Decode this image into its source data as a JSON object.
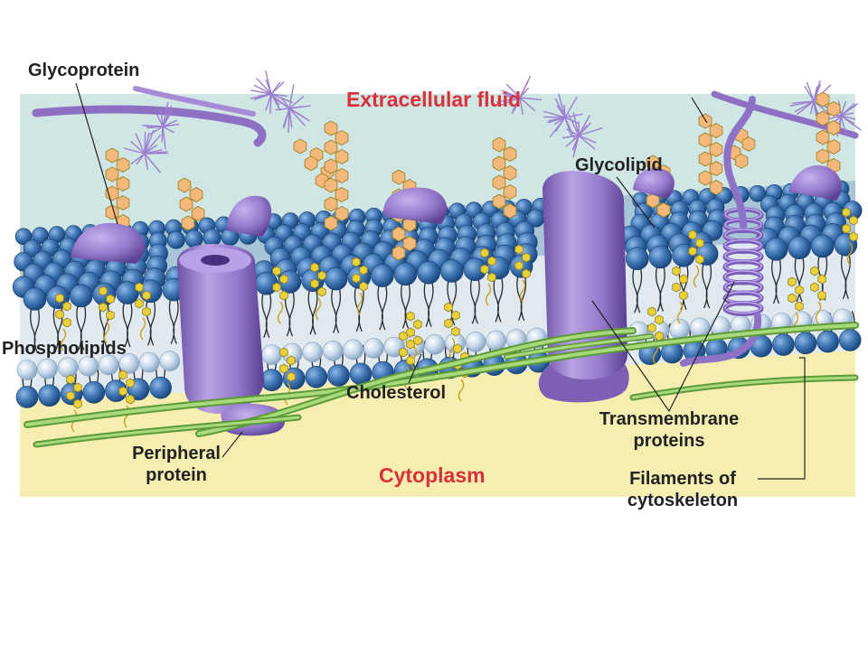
{
  "regions": {
    "extracellular": "Extracellular fluid",
    "cytoplasm": "Cytoplasm"
  },
  "labels": {
    "glycoprotein": "Glycoprotein",
    "glycolipid": "Glycolipid",
    "phospholipids": "Phospholipids",
    "cholesterol": "Cholesterol",
    "peripheral_line1": "Peripheral",
    "peripheral_line2": "protein",
    "transmembrane_line1": "Transmembrane",
    "transmembrane_line2": "proteins",
    "filaments_line1": "Filaments of",
    "filaments_line2": "cytoskeleton"
  },
  "colors": {
    "extracellular_fluid": "#cfe6e4",
    "cytoplasm": "#f6eeb0",
    "phospholipid_head": "#3f76b4",
    "lipid_interior": "#dfe9ef",
    "protein": "#9b7fc9",
    "carbohydrate": "#f3b87a",
    "cholesterol": "#e8d23a",
    "filament": "#84c05a",
    "region_label": "#d9303a",
    "label_text": "#222222"
  }
}
